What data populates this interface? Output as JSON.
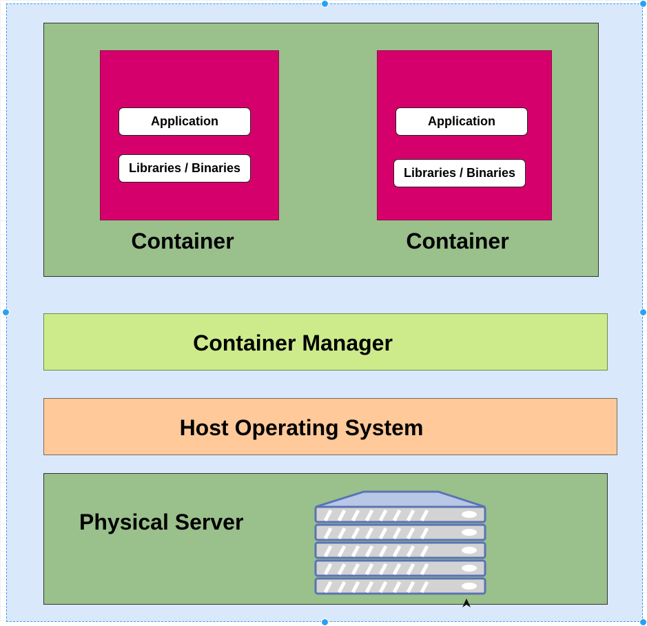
{
  "containers": [
    {
      "app_label": "Application",
      "libs_label": "Libraries / Binaries",
      "title": "Container"
    },
    {
      "app_label": "Application",
      "libs_label": "Libraries / Binaries",
      "title": "Container"
    }
  ],
  "layers": {
    "manager": "Container Manager",
    "host_os": "Host Operating System",
    "physical": "Physical Server"
  },
  "icons": {
    "server": "server-rack-icon",
    "cursor": "mouse-pointer-icon"
  },
  "colors": {
    "background": "#dae8fc",
    "green": "#9ac08c",
    "container": "#d6006c",
    "manager": "#cdeb8b",
    "host_os": "#ffc99a",
    "selection": "#29a1f2"
  }
}
